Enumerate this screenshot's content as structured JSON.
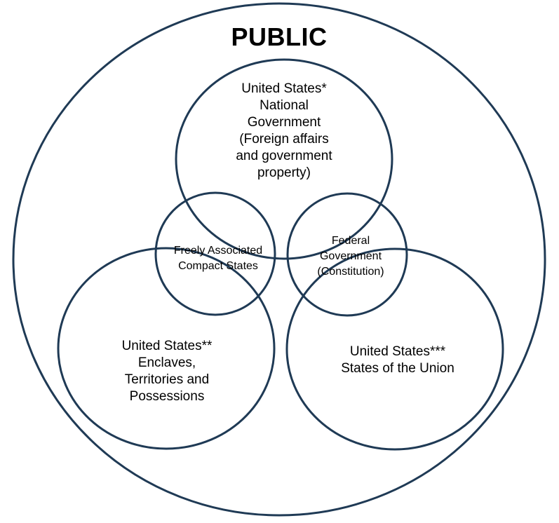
{
  "title": "PUBLIC",
  "circles": {
    "national": {
      "lines": [
        "United States*",
        "National",
        "Government",
        "(Foreign affairs",
        "and government",
        "property)"
      ]
    },
    "freely_associated": {
      "lines": [
        "Freely Associated",
        "Compact States"
      ]
    },
    "federal": {
      "lines": [
        "Federal",
        "Government",
        "(Constitution)"
      ]
    },
    "enclaves": {
      "lines": [
        "United States**",
        "Enclaves,",
        "Territories and",
        "Possessions"
      ]
    },
    "states": {
      "lines": [
        "United States***",
        "States of the Union"
      ]
    }
  },
  "colors": {
    "stroke": "#1f3a55",
    "background": "#ffffff",
    "text": "#000000"
  }
}
